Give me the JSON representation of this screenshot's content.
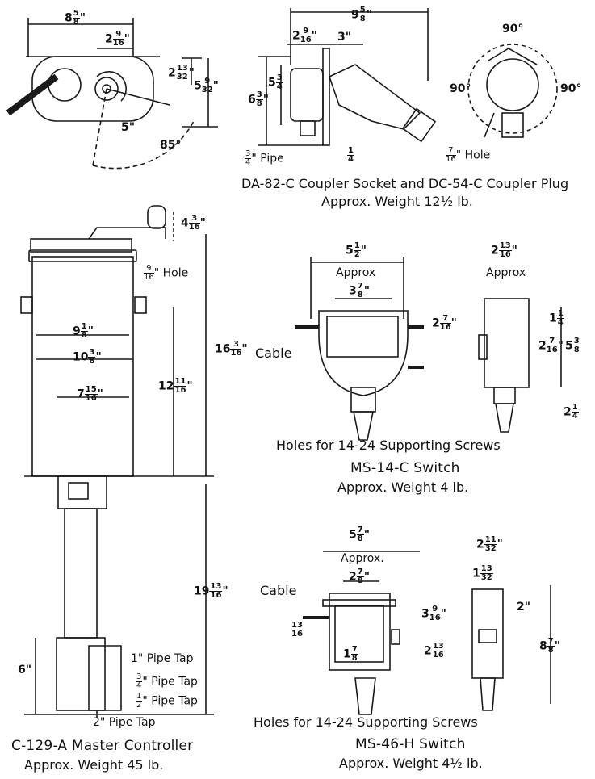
{
  "captions": {
    "coupler_title": "DA-82-C Coupler Socket and DC-54-C Coupler Plug",
    "coupler_weight": "Approx. Weight 12½ lb.",
    "ms14_holes": "Holes for 14-24 Supporting Screws",
    "ms14_title": "MS-14-C Switch",
    "ms14_weight": "Approx. Weight 4 lb.",
    "ms46_holes": "Holes for 14-24 Supporting Screws",
    "ms46_title": "MS-46-H Switch",
    "ms46_weight": "Approx. Weight 4½ lb.",
    "master_title": "C-129-A Master Controller",
    "master_weight": "Approx. Weight 45 lb."
  },
  "labels": {
    "pipe_three_quarter": "Pipe",
    "hole_coupler": "Hole",
    "hole_master": "Hole",
    "cable_ms14": "Cable",
    "cable_ms46": "Cable",
    "approx_ms14_width": "Approx",
    "approx_ms14_side": "Approx",
    "approx_ms46": "Approx.",
    "pipe_tap_1": "1\" Pipe Tap",
    "pipe_tap_3_4": "Pipe Tap",
    "pipe_tap_1_2": "Pipe Tap",
    "pipe_tap_2": "2\" Pipe Tap",
    "dim_3in": "3\"",
    "dim_5in": "5\"",
    "dim_6in": "6\"",
    "dim_2in": "2\"",
    "angle_85": "85°",
    "angle_90_top": "90°",
    "angle_90_left": "90°",
    "angle_90_right": "90°"
  }
}
